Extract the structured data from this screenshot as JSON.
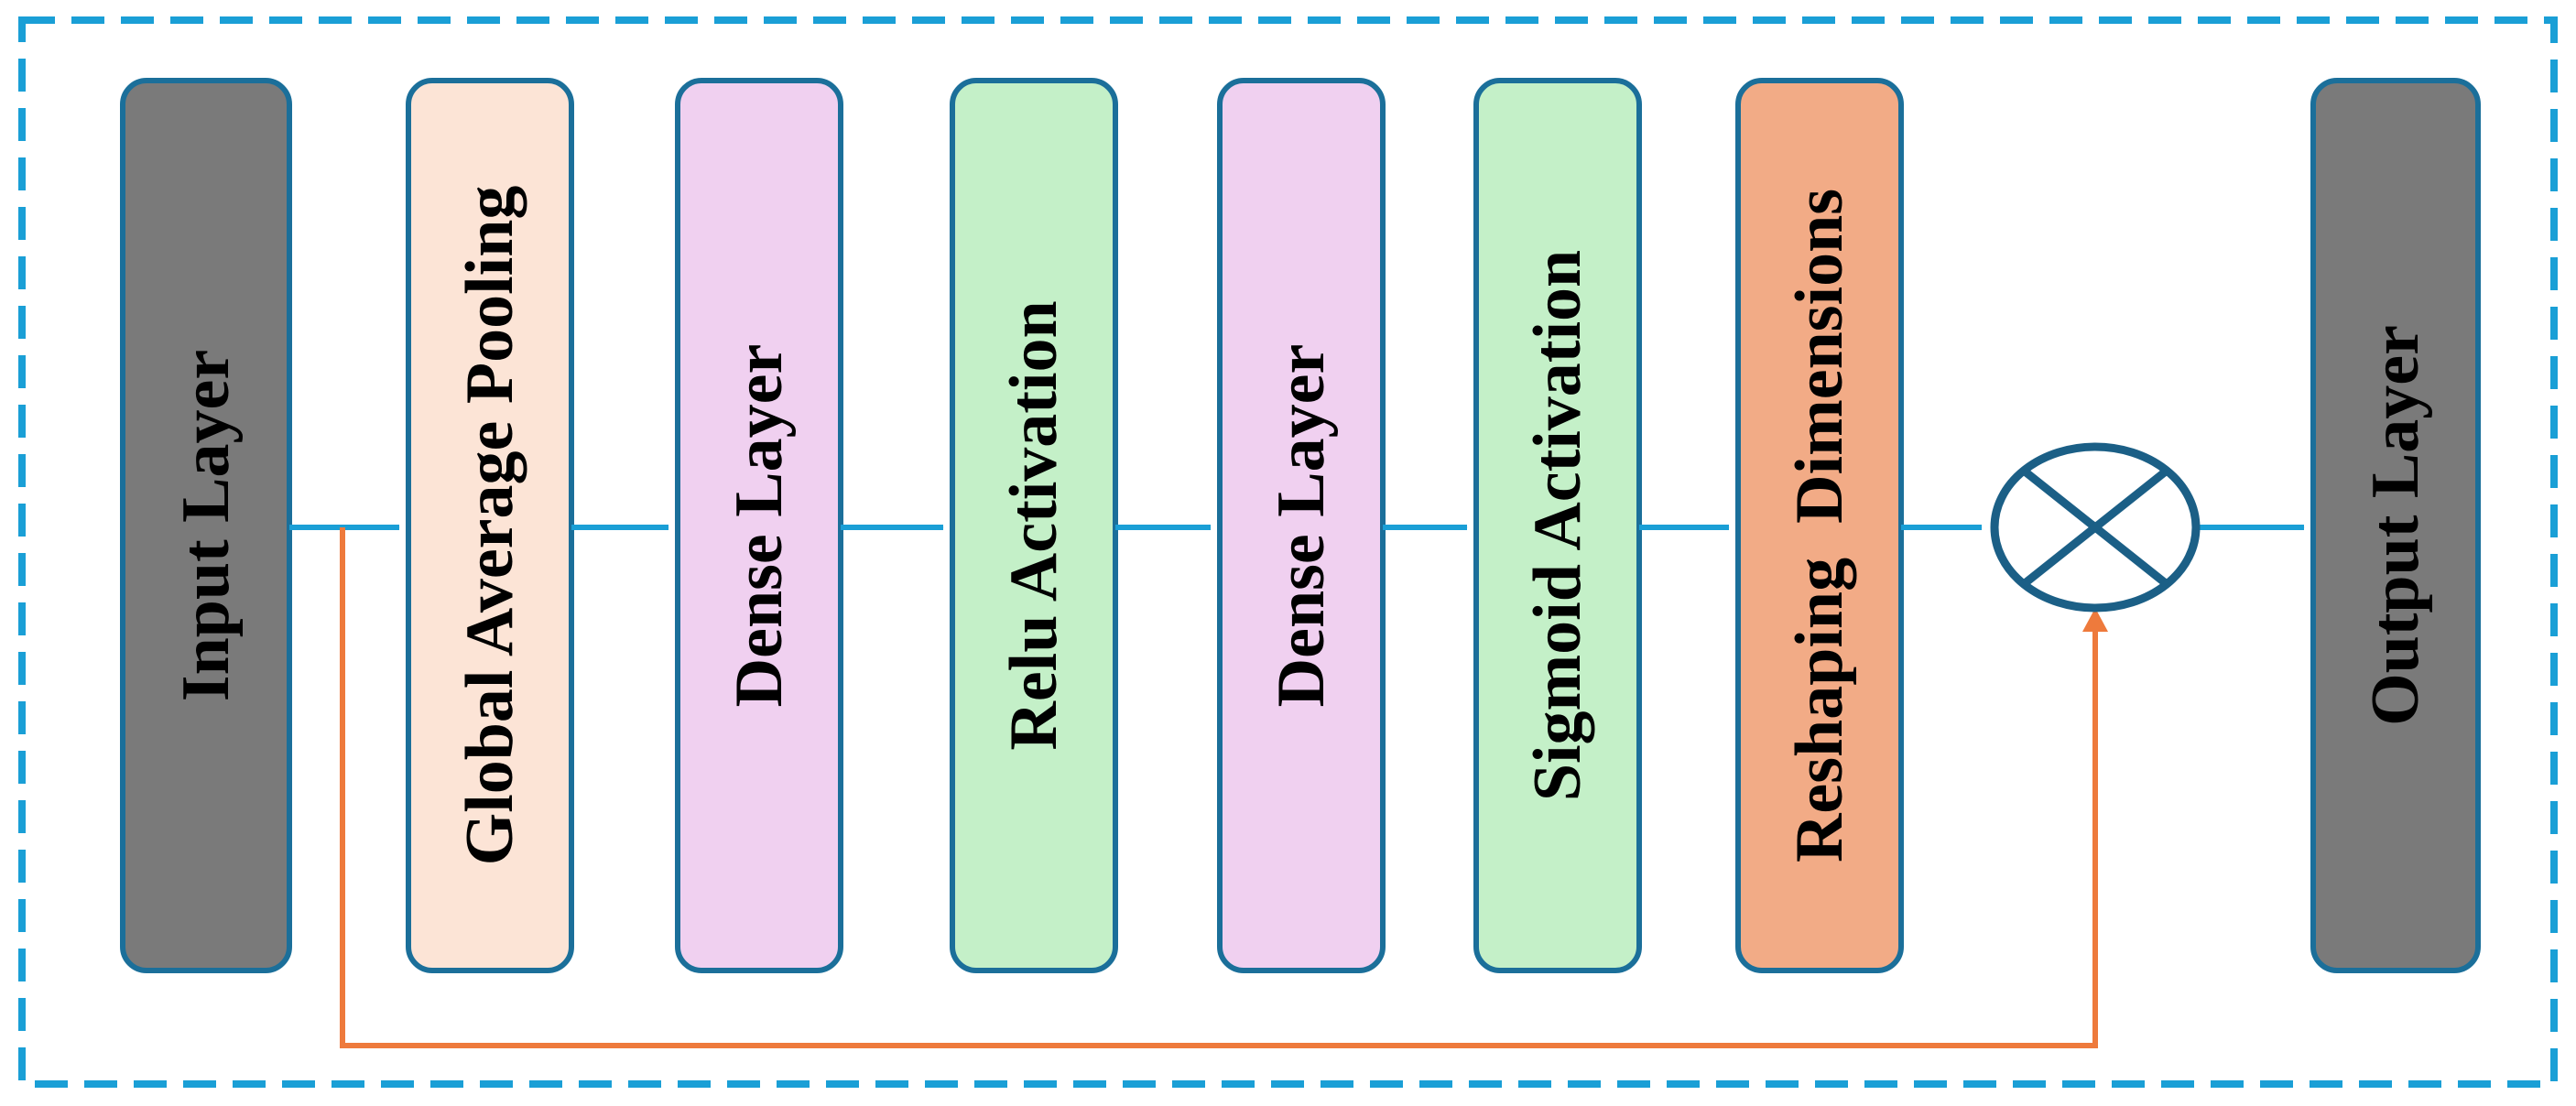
{
  "colors": {
    "frame_border": "#1a9fd6",
    "block_border": "#1b6f9a",
    "flow_arrow": "#1a9fd6",
    "skip_arrow": "#ee7a3c",
    "multiply_symbol": "#1b5f86"
  },
  "blocks": [
    {
      "label": "Input Layer",
      "fill": "#7a7a7a"
    },
    {
      "label": "Global Average Pooling",
      "fill": "#fce4d6"
    },
    {
      "label": "Dense Layer",
      "fill": "#f0d0f0"
    },
    {
      "label": "Relu Activation",
      "fill": "#c4f0c8"
    },
    {
      "label": "Dense Layer",
      "fill": "#f0d0f0"
    },
    {
      "label": "Sigmoid Activation",
      "fill": "#c4f0c8"
    },
    {
      "label": "Reshaping  Dimensions",
      "fill": "#f2ab86"
    },
    {
      "label": "Output Layer",
      "fill": "#7a7a7a"
    }
  ],
  "operation": {
    "name": "element-wise multiplication",
    "icon": "multiply-circle-icon"
  }
}
